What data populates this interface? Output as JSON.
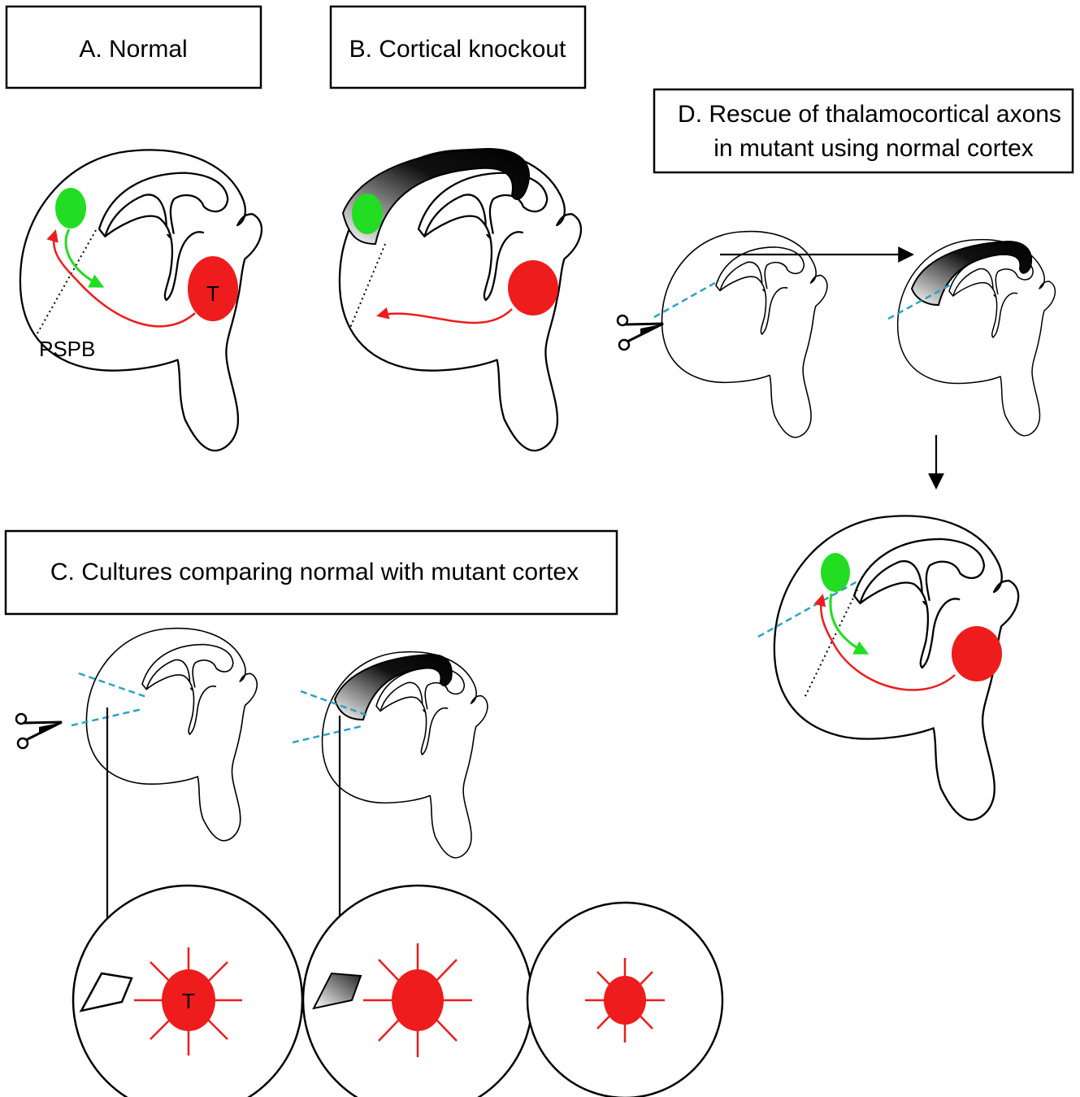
{
  "panels": {
    "a": {
      "title": "A. Normal",
      "pspb_label": "PSPB",
      "thalamus_label": "T"
    },
    "b": {
      "title": "B. Cortical knockout"
    },
    "c": {
      "title": "C. Cultures comparing normal with mutant cortex",
      "thalamus_label": "T"
    },
    "d": {
      "title_line1": "D. Rescue of thalamocortical axons",
      "title_line2": "in mutant using normal cortex"
    }
  },
  "colors": {
    "thalamus": "#ee1c1c",
    "cortical_target": "#22dd22",
    "cut_line": "#2aa3c7",
    "mutant_cortex": "#000000"
  },
  "icons": [
    "scissors-icon"
  ]
}
